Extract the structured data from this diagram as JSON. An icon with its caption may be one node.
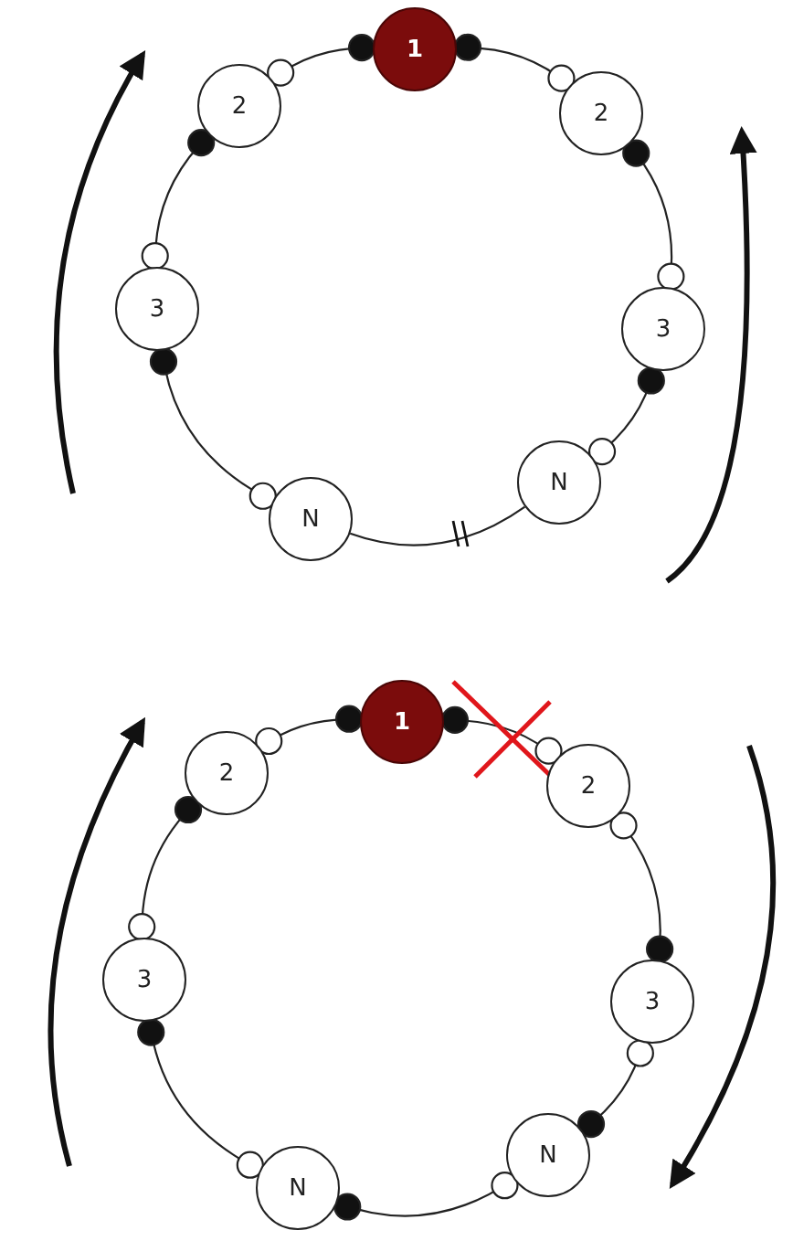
{
  "diagram": {
    "nodes": [
      {
        "text": [
          "1"
        ]
      },
      {
        "text": [
          "2"
        ]
      },
      {
        "text": [
          "2"
        ]
      },
      {
        "text": [
          "3"
        ]
      },
      {
        "text": [
          "3"
        ]
      },
      {
        "text": [
          "N"
        ]
      },
      {
        "text": [
          "N"
        ]
      },
      {
        "text": [
          "1"
        ]
      },
      {
        "text": [
          "2"
        ]
      },
      {
        "text": [
          "2"
        ]
      },
      {
        "text": [
          "3"
        ]
      },
      {
        "text": [
          "3"
        ]
      },
      {
        "text": [
          "N"
        ]
      },
      {
        "text": [
          "N"
        ]
      }
    ],
    "edges": [
      {
        "from": 0,
        "to": 2,
        "arrow": "other"
      },
      {
        "from": 2,
        "to": 4,
        "arrow": "other"
      },
      {
        "from": 4,
        "to": 5,
        "arrow": "other"
      },
      {
        "from": 5,
        "to": 6,
        "arrow": "none"
      },
      {
        "from": 6,
        "to": 3,
        "arrow": "other"
      },
      {
        "from": 3,
        "to": 1,
        "arrow": "other"
      },
      {
        "from": 1,
        "to": 0,
        "arrow": "other"
      },
      {
        "from": 7,
        "to": 9,
        "arrow": "other"
      },
      {
        "from": 9,
        "to": 11,
        "arrow": "other"
      },
      {
        "from": 11,
        "to": 12,
        "arrow": "other"
      },
      {
        "from": 12,
        "to": 13,
        "arrow": "other"
      },
      {
        "from": 13,
        "to": 10,
        "arrow": "other"
      },
      {
        "from": 10,
        "to": 8,
        "arrow": "other"
      },
      {
        "from": 8,
        "to": 7,
        "arrow": "other"
      }
    ]
  }
}
